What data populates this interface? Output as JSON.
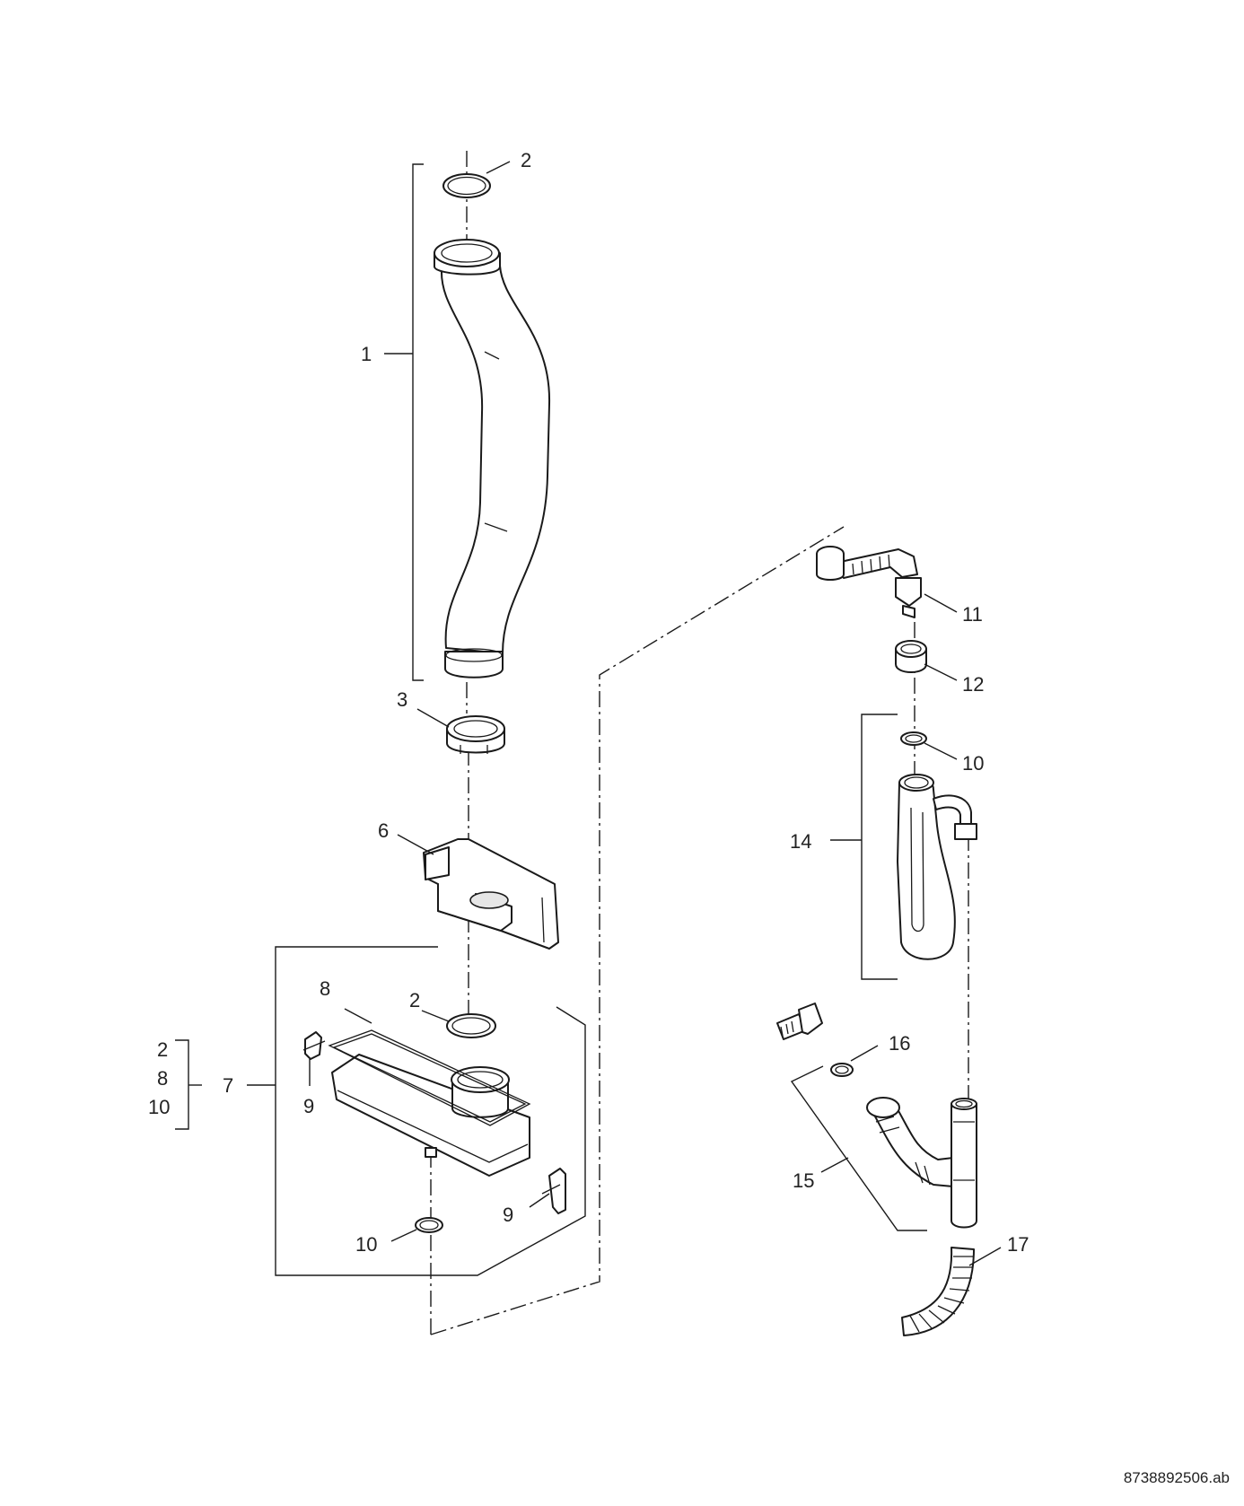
{
  "callouts": {
    "c1": "1",
    "c2a": "2",
    "c2b": "2",
    "c3": "3",
    "c6": "6",
    "c7": "7",
    "c8a": "8",
    "c9a": "9",
    "c9b": "9",
    "c10a": "10",
    "c10b": "10",
    "c11": "11",
    "c12": "12",
    "c14": "14",
    "c15": "15",
    "c16": "16",
    "c17": "17"
  },
  "kit": [
    "2",
    "8",
    "10"
  ],
  "document_id": "8738892506.ab"
}
